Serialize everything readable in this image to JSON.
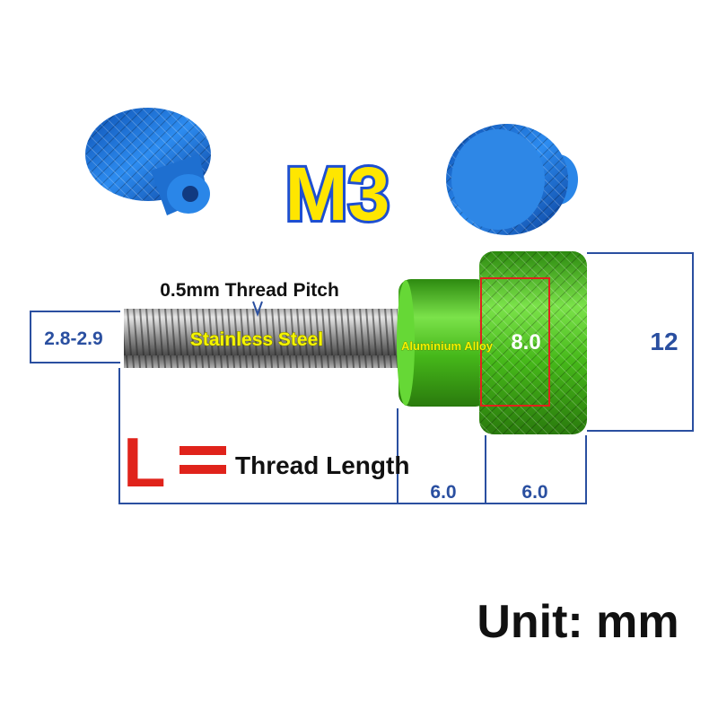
{
  "title": "M3",
  "thread_pitch": "0.5mm Thread Pitch",
  "material_screw": "Stainless Steel",
  "material_knob": "Aluminium Alloy",
  "legend_symbol": "L",
  "legend_text": "Thread Length",
  "unit_label": "Unit: mm",
  "dimensions": {
    "thread_diameter": "2.8-2.9",
    "head_inner_diameter": "8.0",
    "head_outer_diameter": "12",
    "shoulder_length": "6.0",
    "head_length": "6.0"
  },
  "colors": {
    "title_fill": "#ffe600",
    "title_stroke": "#1e4fd1",
    "dimension": "#2a4fa0",
    "legend_red": "#e0231b",
    "text_yellow": "#f4f400",
    "knob_green": "#4cc81e",
    "knob_blue": "#1c6fd6",
    "screw_steel": "#9a9a9a"
  }
}
